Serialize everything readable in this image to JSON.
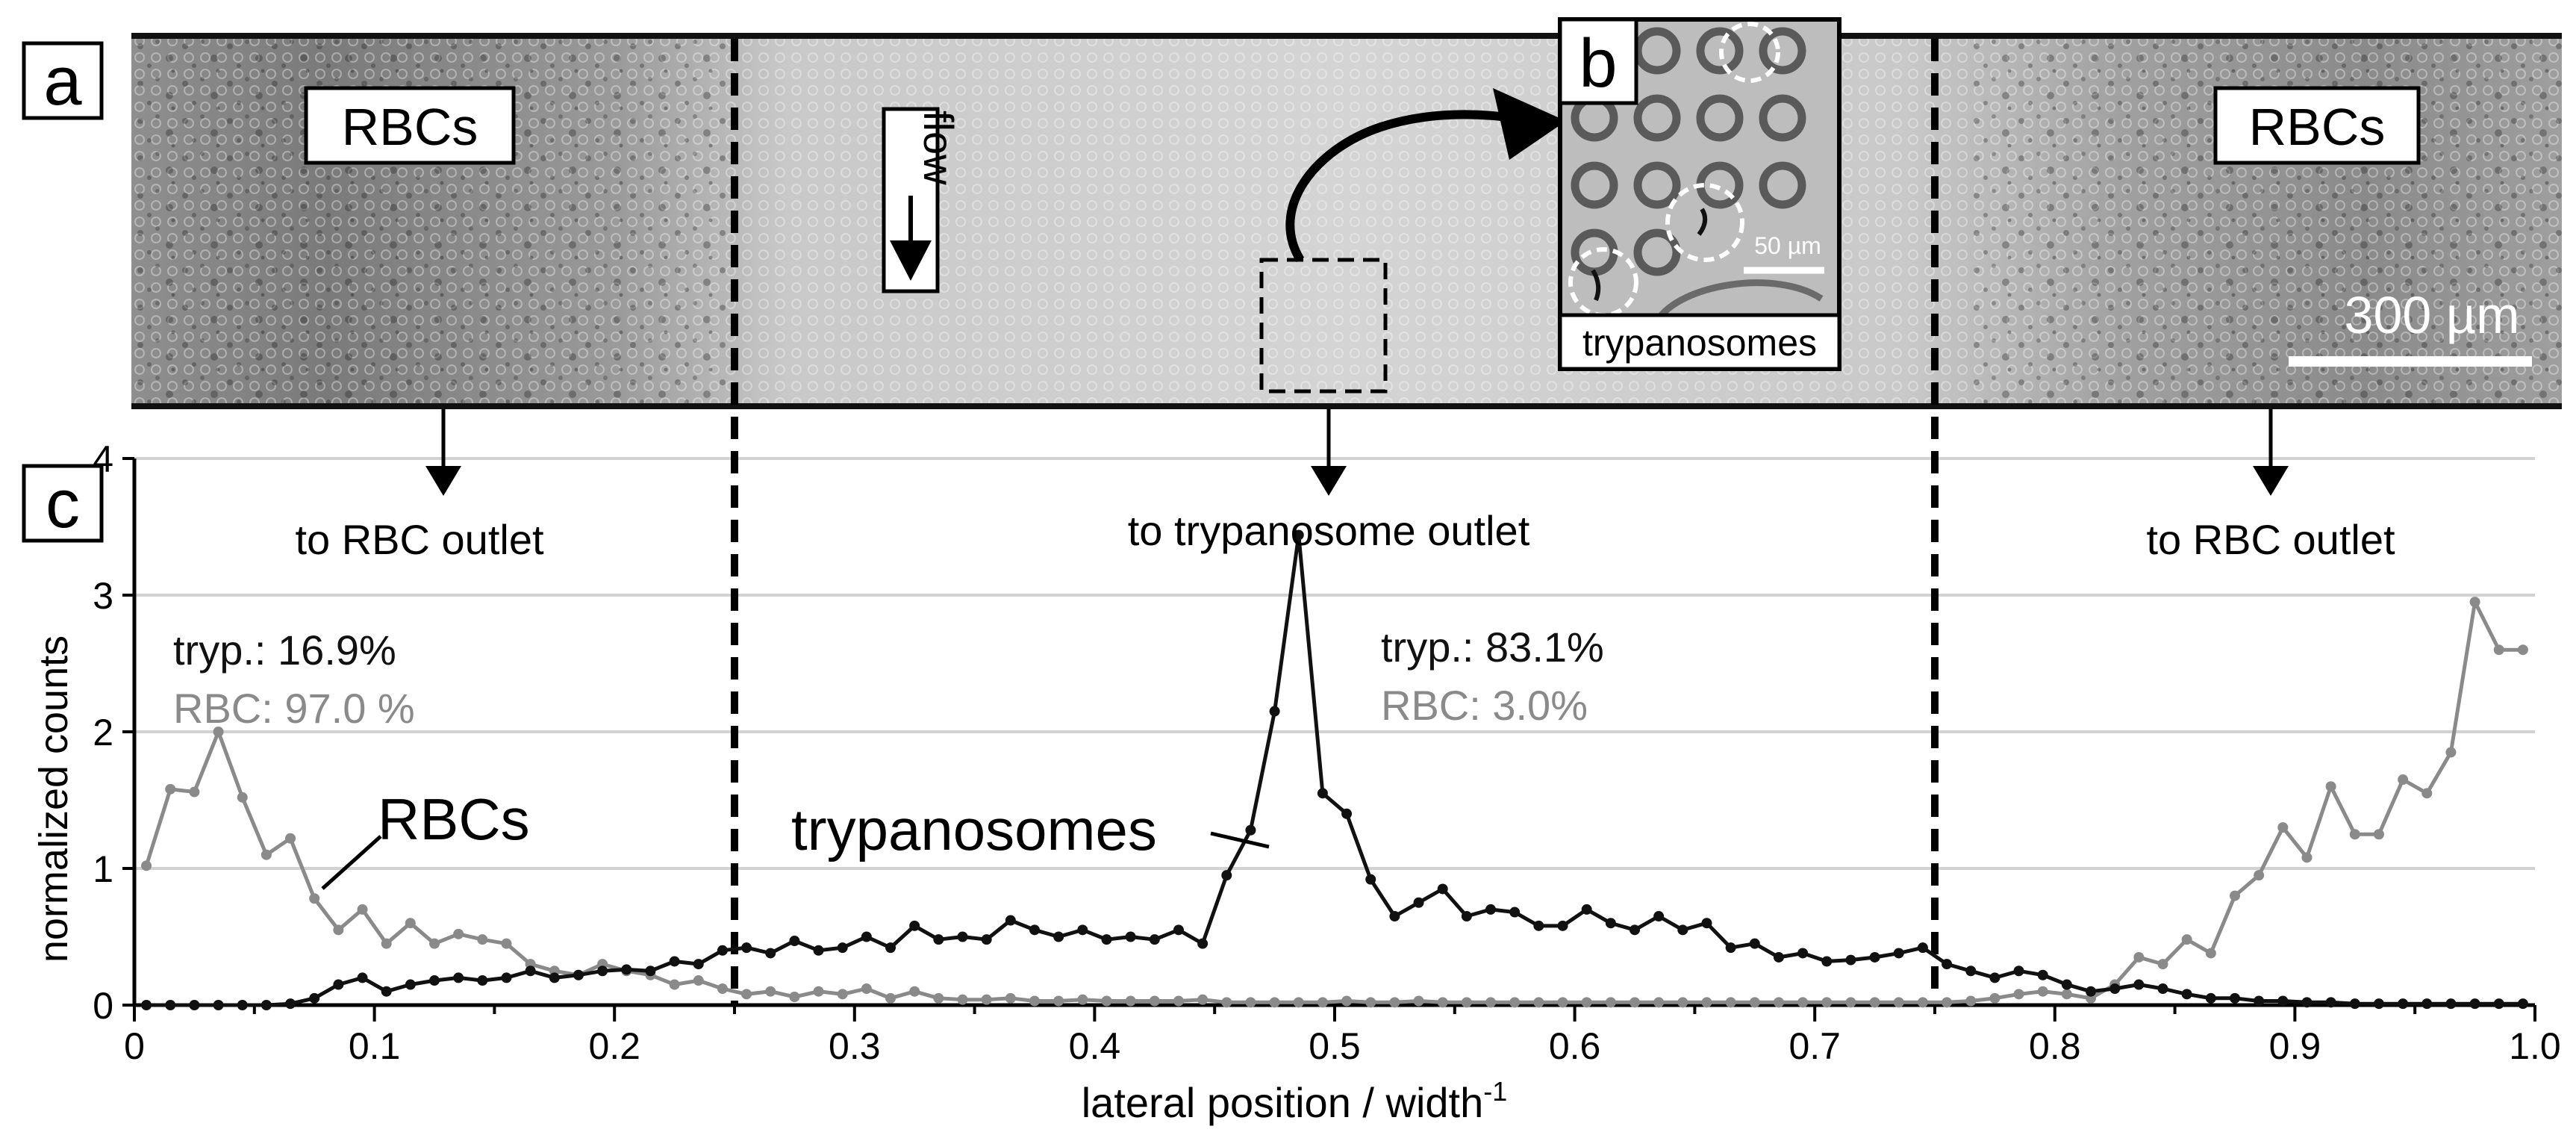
{
  "panels": {
    "a": {
      "letter": "a",
      "rbc_left": "RBCs",
      "rbc_right": "RBCs",
      "flow": "flow",
      "scale_bar": "300 µm"
    },
    "b": {
      "letter": "b",
      "scale_bar": "50 µm",
      "caption": "trypanosomes"
    },
    "c": {
      "letter": "c"
    }
  },
  "annotations": {
    "left_outlet": "to RBC outlet",
    "center_outlet": "to trypanosome outlet",
    "right_outlet": "to RBC outlet",
    "left_tryp": "tryp.: 16.9%",
    "left_rbc": "RBC: 97.0 %",
    "center_tryp": "tryp.: 83.1%",
    "center_rbc": "RBC: 3.0%",
    "rbc_series_label": "RBCs",
    "tryp_series_label": "trypanosomes"
  },
  "colors": {
    "trypanosomes": "#111111",
    "rbcs": "#8a8a8a",
    "grid": "#d2d2d2"
  },
  "chart_data": {
    "type": "line",
    "xlabel": "lateral position / width",
    "xlabel_superscript": "-1",
    "ylabel": "normalized counts",
    "xlim": [
      0,
      1
    ],
    "ylim": [
      0,
      4
    ],
    "xticks": [
      0,
      0.1,
      0.2,
      0.3,
      0.4,
      0.5,
      0.6,
      0.7,
      0.8,
      0.9,
      1.0
    ],
    "xtick_labels": [
      "0",
      "0.1",
      "0.2",
      "0.3",
      "0.4",
      "0.5",
      "0.6",
      "0.7",
      "0.8",
      "0.9",
      "1.0"
    ],
    "yticks": [
      0,
      1,
      2,
      3,
      4
    ],
    "ytick_labels": [
      "0",
      "1",
      "2",
      "3",
      "4"
    ],
    "grid": true,
    "vlines_dashed": [
      0.25,
      0.75
    ],
    "series": [
      {
        "name": "trypanosomes",
        "color": "#111111",
        "x": [
          0.005,
          0.015,
          0.025,
          0.035,
          0.045,
          0.055,
          0.065,
          0.075,
          0.085,
          0.095,
          0.105,
          0.115,
          0.125,
          0.135,
          0.145,
          0.155,
          0.165,
          0.175,
          0.185,
          0.195,
          0.205,
          0.215,
          0.225,
          0.235,
          0.245,
          0.255,
          0.265,
          0.275,
          0.285,
          0.295,
          0.305,
          0.315,
          0.325,
          0.335,
          0.345,
          0.355,
          0.365,
          0.375,
          0.385,
          0.395,
          0.405,
          0.415,
          0.425,
          0.435,
          0.445,
          0.455,
          0.465,
          0.475,
          0.485,
          0.495,
          0.505,
          0.515,
          0.525,
          0.535,
          0.545,
          0.555,
          0.565,
          0.575,
          0.585,
          0.595,
          0.605,
          0.615,
          0.625,
          0.635,
          0.645,
          0.655,
          0.665,
          0.675,
          0.685,
          0.695,
          0.705,
          0.715,
          0.725,
          0.735,
          0.745,
          0.755,
          0.765,
          0.775,
          0.785,
          0.795,
          0.805,
          0.815,
          0.825,
          0.835,
          0.845,
          0.855,
          0.865,
          0.875,
          0.885,
          0.895,
          0.905,
          0.915,
          0.925,
          0.935,
          0.945,
          0.955,
          0.965,
          0.975,
          0.985,
          0.995
        ],
        "y": [
          0,
          0,
          0,
          0,
          0,
          0,
          0.01,
          0.05,
          0.15,
          0.2,
          0.1,
          0.15,
          0.18,
          0.2,
          0.18,
          0.2,
          0.25,
          0.2,
          0.22,
          0.25,
          0.26,
          0.25,
          0.32,
          0.3,
          0.4,
          0.42,
          0.38,
          0.47,
          0.4,
          0.42,
          0.5,
          0.42,
          0.58,
          0.48,
          0.5,
          0.48,
          0.62,
          0.55,
          0.5,
          0.55,
          0.48,
          0.5,
          0.48,
          0.55,
          0.45,
          0.95,
          1.28,
          2.15,
          3.44,
          1.55,
          1.4,
          0.92,
          0.65,
          0.75,
          0.85,
          0.65,
          0.7,
          0.68,
          0.58,
          0.58,
          0.7,
          0.6,
          0.55,
          0.65,
          0.55,
          0.6,
          0.42,
          0.45,
          0.35,
          0.38,
          0.32,
          0.33,
          0.35,
          0.38,
          0.42,
          0.3,
          0.25,
          0.2,
          0.25,
          0.22,
          0.15,
          0.1,
          0.12,
          0.15,
          0.12,
          0.08,
          0.05,
          0.05,
          0.03,
          0.03,
          0.02,
          0.02,
          0.01,
          0.01,
          0.01,
          0.01,
          0.01,
          0.01,
          0.01,
          0.01
        ]
      },
      {
        "name": "RBCs",
        "color": "#8a8a8a",
        "x": [
          0.005,
          0.015,
          0.025,
          0.035,
          0.045,
          0.055,
          0.065,
          0.075,
          0.085,
          0.095,
          0.105,
          0.115,
          0.125,
          0.135,
          0.145,
          0.155,
          0.165,
          0.175,
          0.185,
          0.195,
          0.205,
          0.215,
          0.225,
          0.235,
          0.245,
          0.255,
          0.265,
          0.275,
          0.285,
          0.295,
          0.305,
          0.315,
          0.325,
          0.335,
          0.345,
          0.355,
          0.365,
          0.375,
          0.385,
          0.395,
          0.405,
          0.415,
          0.425,
          0.435,
          0.445,
          0.455,
          0.465,
          0.475,
          0.485,
          0.495,
          0.505,
          0.515,
          0.525,
          0.535,
          0.545,
          0.555,
          0.565,
          0.575,
          0.585,
          0.595,
          0.605,
          0.615,
          0.625,
          0.635,
          0.645,
          0.655,
          0.665,
          0.675,
          0.685,
          0.695,
          0.705,
          0.715,
          0.725,
          0.735,
          0.745,
          0.755,
          0.765,
          0.775,
          0.785,
          0.795,
          0.805,
          0.815,
          0.825,
          0.835,
          0.845,
          0.855,
          0.865,
          0.875,
          0.885,
          0.895,
          0.905,
          0.915,
          0.925,
          0.935,
          0.945,
          0.955,
          0.965,
          0.975,
          0.985,
          0.995
        ],
        "y": [
          1.02,
          1.58,
          1.56,
          2.0,
          1.52,
          1.1,
          1.22,
          0.78,
          0.55,
          0.7,
          0.45,
          0.6,
          0.45,
          0.52,
          0.48,
          0.45,
          0.3,
          0.25,
          0.22,
          0.3,
          0.25,
          0.22,
          0.15,
          0.18,
          0.12,
          0.08,
          0.1,
          0.06,
          0.1,
          0.08,
          0.12,
          0.05,
          0.1,
          0.05,
          0.04,
          0.04,
          0.05,
          0.03,
          0.03,
          0.04,
          0.03,
          0.03,
          0.03,
          0.03,
          0.04,
          0.02,
          0.02,
          0.02,
          0.02,
          0.02,
          0.03,
          0.02,
          0.02,
          0.03,
          0.02,
          0.02,
          0.02,
          0.02,
          0.02,
          0.02,
          0.02,
          0.02,
          0.02,
          0.02,
          0.02,
          0.02,
          0.02,
          0.02,
          0.02,
          0.02,
          0.02,
          0.02,
          0.02,
          0.02,
          0.02,
          0.02,
          0.03,
          0.05,
          0.08,
          0.1,
          0.08,
          0.05,
          0.15,
          0.35,
          0.3,
          0.48,
          0.38,
          0.8,
          0.95,
          1.3,
          1.08,
          1.6,
          1.25,
          1.25,
          1.65,
          1.55,
          1.85,
          2.95,
          2.6,
          2.6
        ]
      }
    ]
  }
}
